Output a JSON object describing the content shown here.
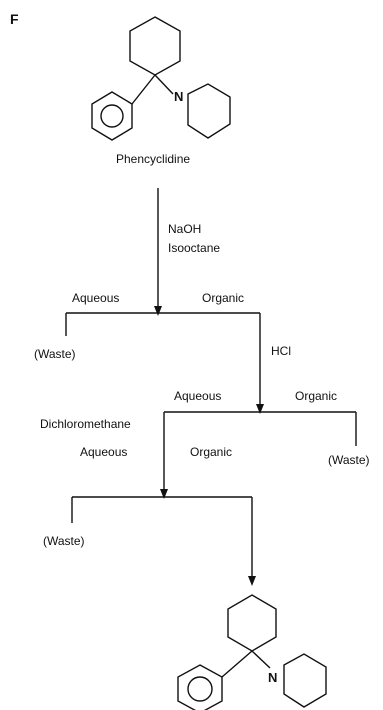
{
  "figure": {
    "panel_label": "F"
  },
  "top_molecule": {
    "name": "Phencyclidine",
    "nitrogen": "N"
  },
  "step1": {
    "reagent_line1": "NaOH",
    "reagent_line2": "Isooctane",
    "left_branch": "Aqueous",
    "right_branch": "Organic",
    "left_fate": "(Waste)"
  },
  "step2": {
    "reagent": "HCl",
    "left_branch": "Aqueous",
    "right_branch": "Organic",
    "right_fate": "(Waste)"
  },
  "step3": {
    "reagent": "Dichloromethane",
    "left_branch": "Aqueous",
    "right_branch": "Organic",
    "left_fate": "(Waste)"
  },
  "bottom_molecule": {
    "nitrogen": "N"
  },
  "colors": {
    "ink": "#111111",
    "background": "#ffffff"
  }
}
